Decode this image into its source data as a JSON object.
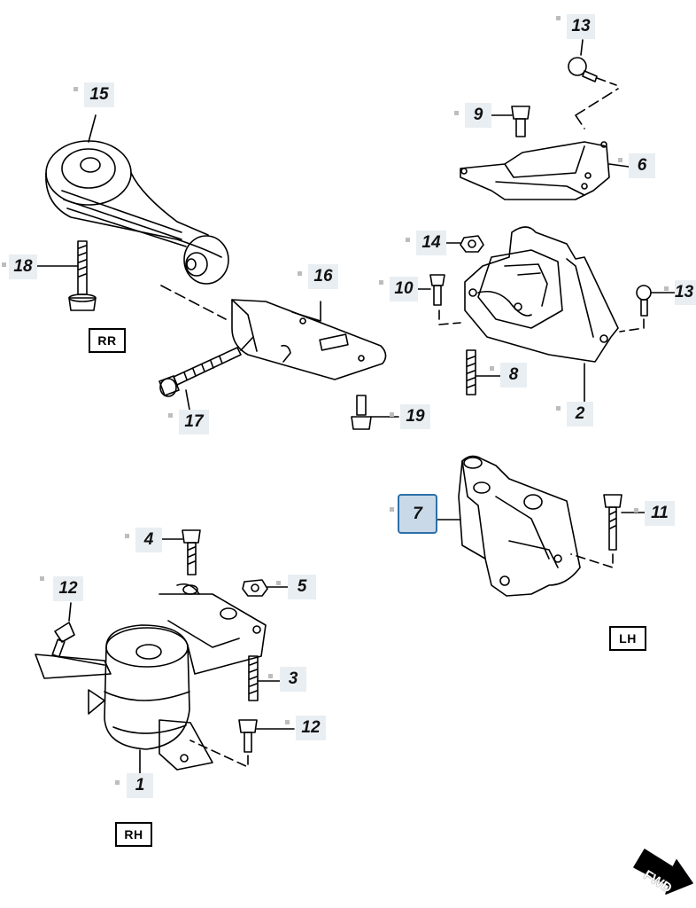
{
  "callouts": [
    {
      "id": "p13a",
      "text": "13"
    },
    {
      "id": "p15",
      "text": "15"
    },
    {
      "id": "p9",
      "text": "9"
    },
    {
      "id": "p6",
      "text": "6"
    },
    {
      "id": "p14",
      "text": "14"
    },
    {
      "id": "p18",
      "text": "18"
    },
    {
      "id": "p16",
      "text": "16"
    },
    {
      "id": "p10",
      "text": "10"
    },
    {
      "id": "p13b",
      "text": "13"
    },
    {
      "id": "p8",
      "text": "8"
    },
    {
      "id": "p2",
      "text": "2"
    },
    {
      "id": "p17",
      "text": "17"
    },
    {
      "id": "p19",
      "text": "19"
    },
    {
      "id": "p7",
      "text": "7"
    },
    {
      "id": "p11",
      "text": "11"
    },
    {
      "id": "p4",
      "text": "4"
    },
    {
      "id": "p12a",
      "text": "12"
    },
    {
      "id": "p5",
      "text": "5"
    },
    {
      "id": "p3",
      "text": "3"
    },
    {
      "id": "p12b",
      "text": "12"
    },
    {
      "id": "p1",
      "text": "1"
    }
  ],
  "selected_callout": "7",
  "labels": {
    "rr": "RR",
    "lh": "LH",
    "rh": "RH",
    "fwd": "FWD"
  },
  "colors": {
    "selected_border": "#2f6fa8",
    "callout_bg": "#e9eef2",
    "ink": "#000000"
  }
}
